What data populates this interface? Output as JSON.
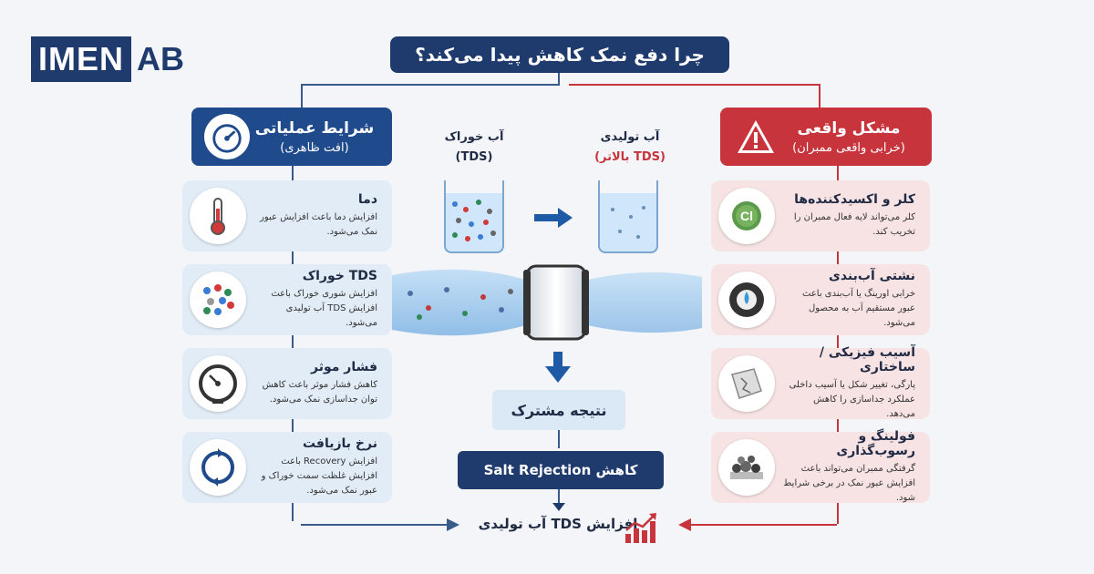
{
  "logo": {
    "part1": "IMEN",
    "part2": "AB"
  },
  "title": "چرا دفع نمک کاهش پیدا می‌کند؟",
  "left_header": {
    "title": "شرایط عملیاتی",
    "subtitle": "(افت ظاهری)",
    "icon": "gauge-icon"
  },
  "right_header": {
    "title": "مشکل واقعی",
    "subtitle": "(خرابی واقعی ممبران)",
    "icon": "warning-icon"
  },
  "left_items": [
    {
      "title": "دما",
      "text": "افزایش دما باعث افزایش عبور نمک می‌شود.",
      "icon": "thermometer-icon"
    },
    {
      "title": "TDS خوراک",
      "text": "افزایش شوری خوراک باعث افزایش TDS آب تولیدی می‌شود.",
      "icon": "particles-icon"
    },
    {
      "title": "فشار موثر",
      "text": "کاهش فشار موثر باعث کاهش توان جداسازی نمک می‌شود.",
      "icon": "pressure-gauge-icon"
    },
    {
      "title": "نرخ بازیافت",
      "text": "افزایش Recovery باعث افزایش غلظت سمت خوراک و عبور نمک می‌شود.",
      "icon": "recycle-arrows-icon"
    }
  ],
  "right_items": [
    {
      "title": "کلر و اکسیدکننده‌ها",
      "text": "کلر می‌تواند لایه فعال ممبران را تخریب کند.",
      "icon": "chlorine-icon"
    },
    {
      "title": "نشتی آب‌بندی",
      "text": "خرابی اورینگ یا آب‌بندی باعث عبور مستقیم آب به محصول می‌شود.",
      "icon": "seal-leak-icon"
    },
    {
      "title": "آسیب فیزیکی / ساختاری",
      "text": "پارگی، تغییر شکل یا آسیب داخلی عملکرد جداسازی را کاهش می‌دهد.",
      "icon": "damaged-membrane-icon"
    },
    {
      "title": "فولینگ و رسوب‌گذاری",
      "text": "گرفتگی ممبران می‌تواند باعث افزایش عبور نمک در برخی شرایط شود.",
      "icon": "fouling-icon"
    }
  ],
  "feed": {
    "label": "آب خوراک",
    "sub": "(TDS)"
  },
  "product": {
    "label": "آب تولیدی",
    "sub": "(TDS بالاتر)"
  },
  "common_result": "نتیجه مشترک",
  "reduce_box": "کاهش Salt Rejection",
  "final_result": "افزایش TDS آب تولیدی",
  "colors": {
    "navy": "#1f3b6e",
    "red": "#c8343c",
    "light_blue": "#e2ecf7",
    "light_red": "#f7e3e3"
  }
}
